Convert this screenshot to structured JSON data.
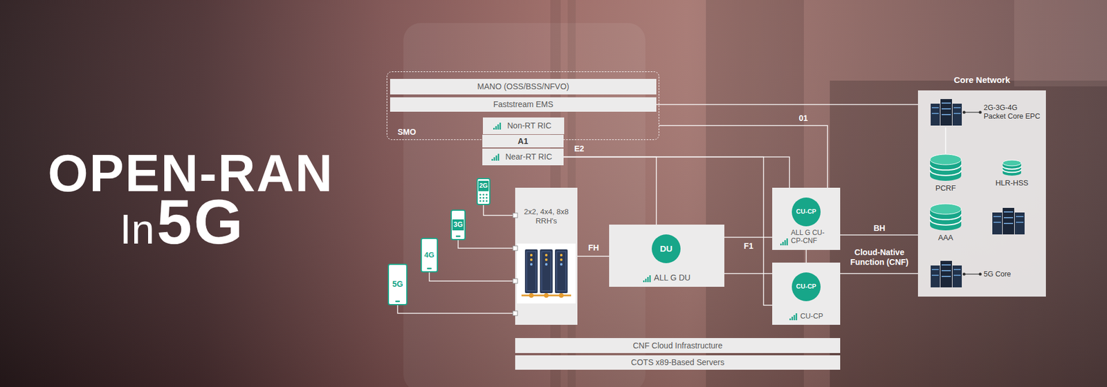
{
  "diagram": {
    "title": "OPEN-RAN",
    "nodes": [
      {
        "text": [
          "SMO"
        ]
      },
      {
        "text": [
          "MANO (OSS/BSS/NFVO)"
        ],
        "in": 0
      },
      {
        "text": [
          "Faststream EMS"
        ],
        "in": 0
      },
      {
        "text": [
          "Non-RT RIC"
        ],
        "in": 0
      },
      {
        "text": [
          "A1"
        ]
      },
      {
        "text": [
          "Near-RT RIC"
        ]
      },
      {
        "text": [
          "2G"
        ]
      },
      {
        "text": [
          "3G"
        ]
      },
      {
        "text": [
          "4G"
        ]
      },
      {
        "text": [
          "5G"
        ]
      },
      {
        "text": [
          "2x2, 4x4, 8x8 RRH's"
        ]
      },
      {
        "text": [
          "ALL G DU"
        ]
      },
      {
        "text": [
          "DU"
        ],
        "in": 11
      },
      {
        "text": [
          "ALL G CU-CP-CNF"
        ]
      },
      {
        "text": [
          "CU-CP"
        ],
        "in": 13
      },
      {
        "text": [
          "CU-CP"
        ]
      },
      {
        "text": [
          "CU-CP"
        ],
        "in": 15
      },
      {
        "text": [
          "Core Network"
        ]
      },
      {
        "text": [
          "2G-3G-4G Packet Core EPC"
        ],
        "in": 17
      },
      {
        "text": [
          "PCRF"
        ],
        "in": 17
      },
      {
        "text": [
          "HLR-HSS"
        ],
        "in": 17
      },
      {
        "text": [
          "AAA"
        ],
        "in": 17
      },
      {
        "text": [
          "5G Core"
        ],
        "in": 17
      },
      {
        "text": [
          "CNF Cloud Infrastructure"
        ]
      },
      {
        "text": [
          "COTS x89-Based Servers"
        ]
      }
    ],
    "edges": [
      {
        "from": 2,
        "to": 17,
        "arrow": "none"
      },
      {
        "from": 0,
        "to": 13,
        "label": "01",
        "arrow": "none"
      },
      {
        "from": 5,
        "to": 11,
        "label": "E2",
        "arrow": "none"
      },
      {
        "from": 5,
        "to": 13,
        "arrow": "none"
      },
      {
        "from": 5,
        "to": 15,
        "arrow": "none"
      },
      {
        "from": 6,
        "to": 10,
        "arrow": "none"
      },
      {
        "from": 7,
        "to": 10,
        "arrow": "none"
      },
      {
        "from": 8,
        "to": 10,
        "arrow": "none"
      },
      {
        "from": 9,
        "to": 10,
        "arrow": "none"
      },
      {
        "from": 10,
        "to": 11,
        "label": "FH",
        "arrow": "none"
      },
      {
        "from": 11,
        "to": 13,
        "label": "F1",
        "arrow": "none"
      },
      {
        "from": 11,
        "to": 15,
        "arrow": "none"
      },
      {
        "from": 13,
        "to": 15,
        "arrow": "none"
      },
      {
        "from": 13,
        "to": 17,
        "label": "BH",
        "arrow": "none"
      },
      {
        "from": 15,
        "to": 17,
        "label": "Cloud-Native Function (CNF)",
        "arrow": "none"
      },
      {
        "from": 18,
        "to": 19,
        "arrow": "none"
      }
    ],
    "labels": [
      "In",
      "5G"
    ]
  }
}
